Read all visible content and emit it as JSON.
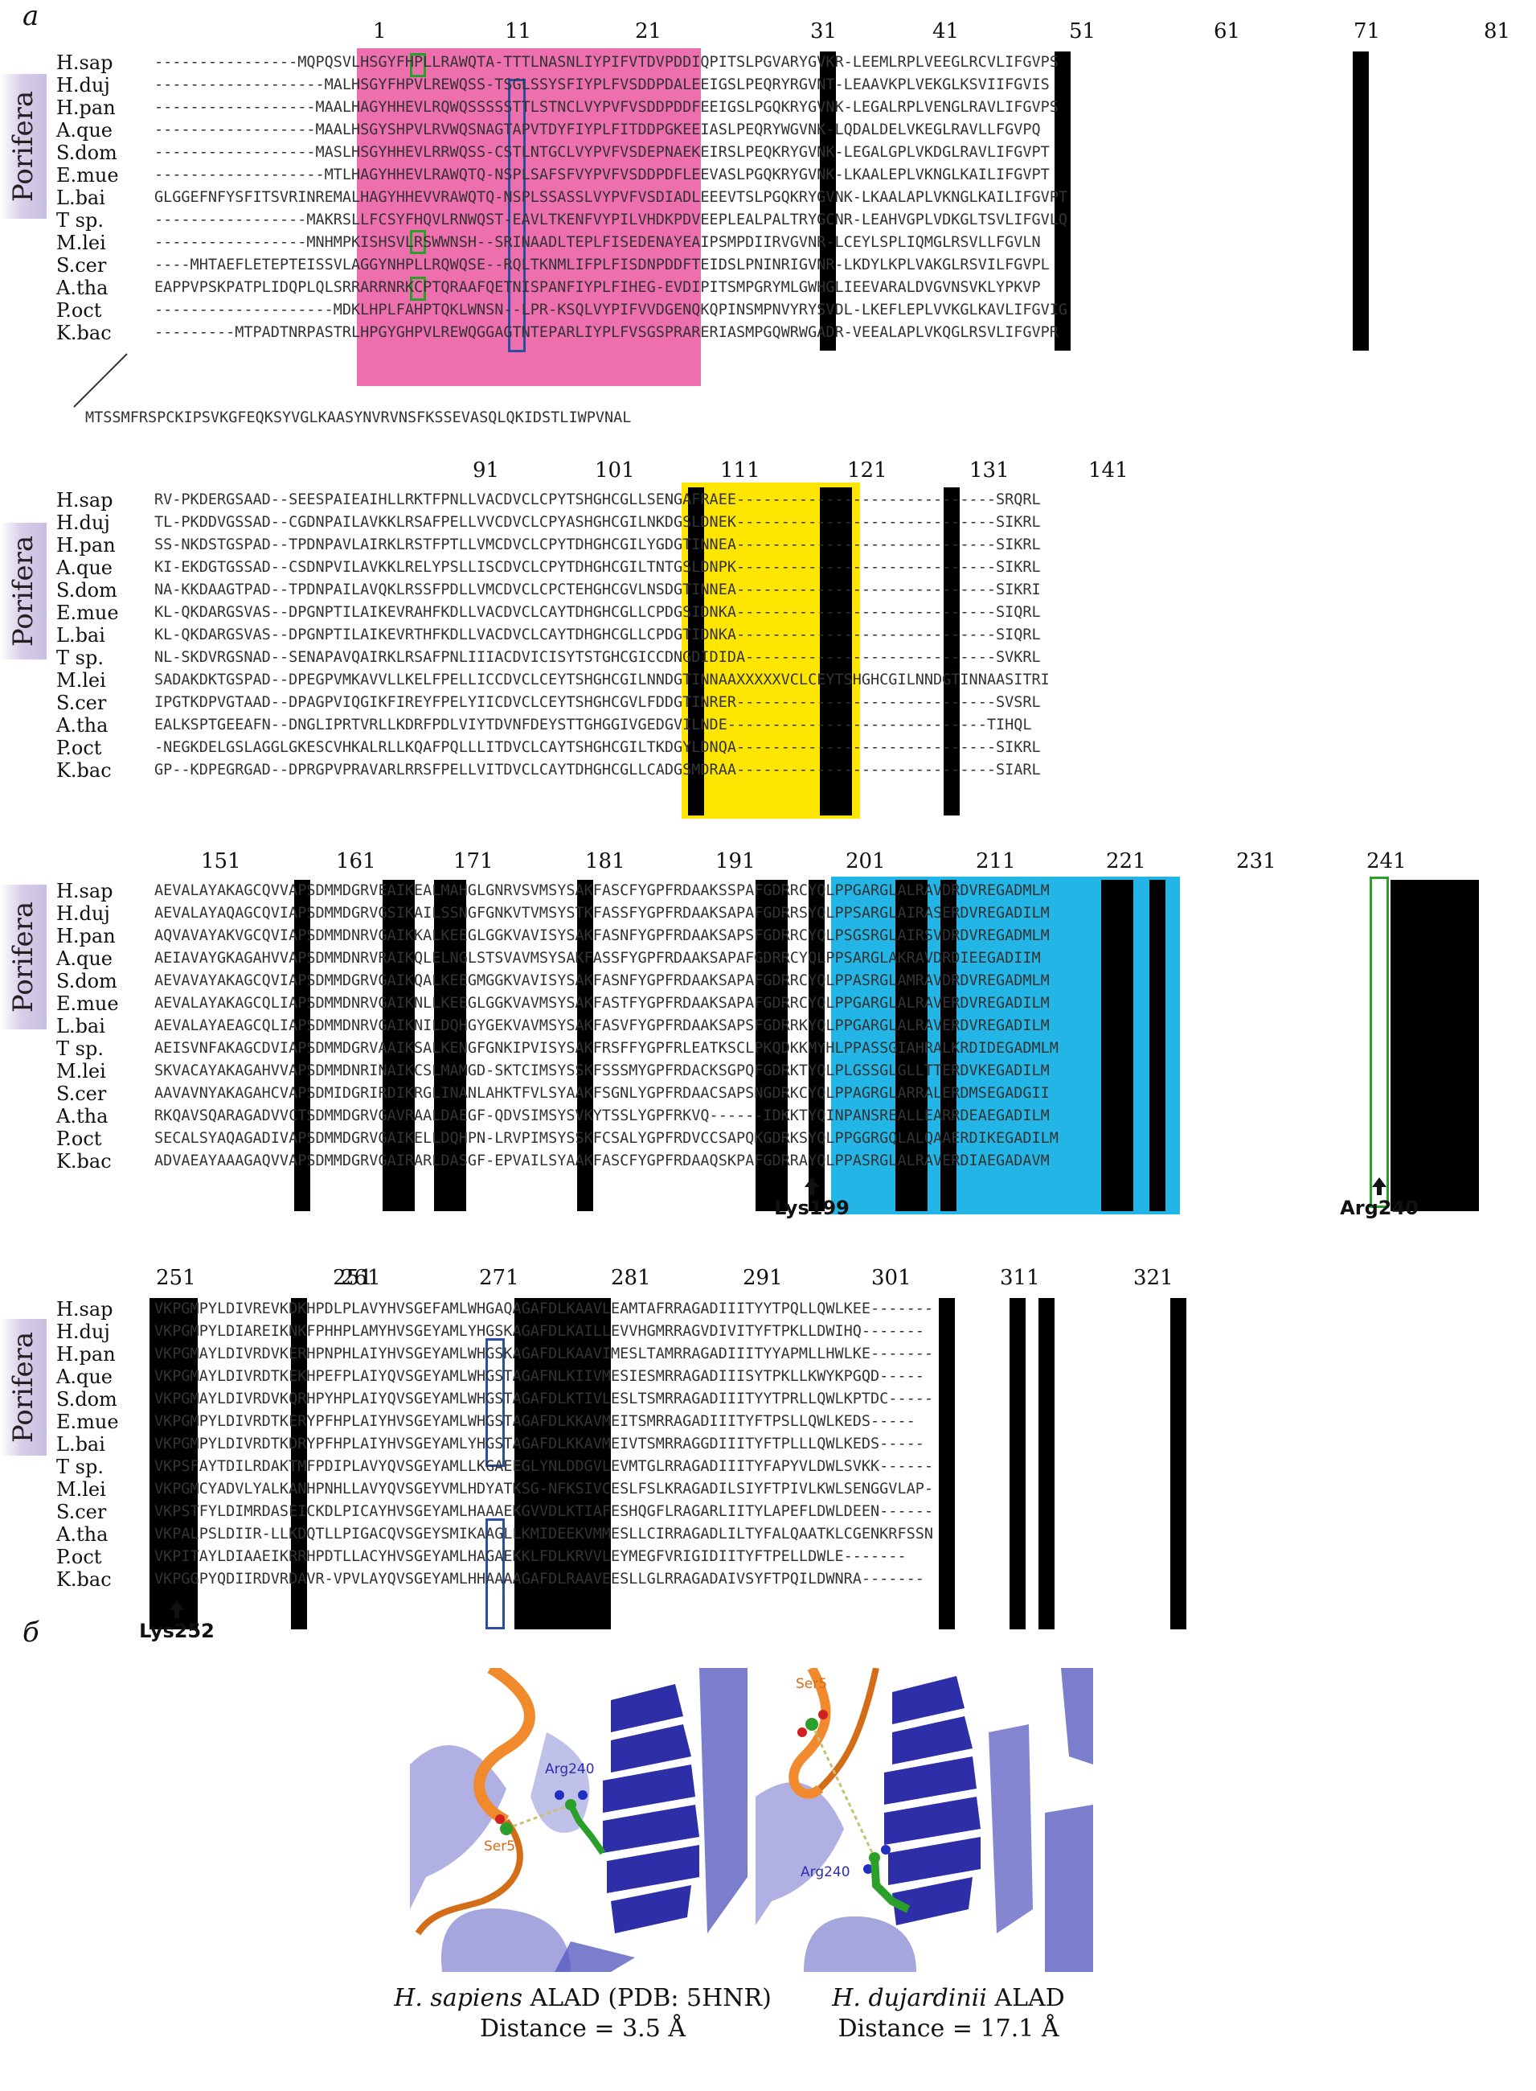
{
  "panel_a": "a",
  "panel_b": "б",
  "porifera_label": "Porifera",
  "species": [
    "H.sap",
    "H.duj",
    "H.pan",
    "A.que",
    "S.dom",
    "E.mue",
    "L.bai",
    "T sp.",
    "M.lei",
    "S.cer",
    "A.tha",
    "P.oct",
    "K.bac"
  ],
  "block1": {
    "numbers": [
      "1",
      "11",
      "21",
      "31",
      "41",
      "51",
      "61",
      "71",
      "81"
    ],
    "rows": [
      "----------------MQPQSVLHSGYFHPLLRAWQTA-TTTLNASNLIYPIFVTDVPDDIQPITSLPGVARYGVKR-LEEMLRPLVEEGLRCVLIFGVPS",
      "-------------------MALHSGYFHPVLREWQSS-TSGLSSYSFIYPLFVSDDPDALEEIGSLPEQRYRGVNT-LEAAVKPLVEKGLKSVIIFGVIS",
      "------------------MAALHAGYHHEVLRQWQSSSSSTTLSTNCLVYPVFVSDDPDDFEEIGSLPGQKRYGVNK-LEGALRPLVENGLRAVLIFGVPS",
      "------------------MAALHSGYSHPVLRVWQSNAGTAPVTDYFIYPLFITDDPGKEEIASLPEQRYWGVNK-LQDALDELVKEGLRAVLLFGVPQ",
      "------------------MASLHSGYHHEVLRRWQSS-CSTLNTGCLVYPVFVSDEPNAEKEIRSLPEQKRYGVNK-LEGALGPLVKDGLRAVLIFGVPT",
      "-------------------MTLHAGYHHEVLRAWQTQ-NSPLSAFSFVYPVFVSDDPDFLEEVASLPGQKRYGVNK-LKAALEPLVKNGLKAILIFGVPT",
      "GLGGEFNFYSFITSVRINREMALHAGYHHEVVRAWQTQ-NSPLSSASSLVYPVFVSDIADLEEEVTSLPGQKRYGVNK-LKAALAPLVKNGLKAILIFGVPT",
      "-----------------MAKRSLLFCSYFHQVLRNWQST-EAVLTKENFVYPILVHDKPDVEEPLEALPALTRYGCNR-LEAHVGPLVDKGLTSVLIFGVLQ",
      "-----------------MNHMPKISHSVLRSWWNSH--SRINAADLTEPLFISEDENAYEAIPSMPDIIRVGVNR-LCEYLSPLIQMGLRSVLLFGVLN",
      "----MHTAEFLETEPTEISSVLAGGYNHPLLRQWQSE--RQLTKNMLIFPLFISDNPDDFTEIDSLPNINRIGVNR-LKDYLKPLVAKGLRSVILFGVPL",
      "EAPPVPSKPATPLIDQPLQLSRRARRNRKCPTQRAAFQETNISPANFIYPLFIHEG-EVDIPITSMPGRYMLGWHGLIEEVARALDVGVNSVKLYPKVP",
      "--------------------MDKLHPLFAHPTQKLWNSN--LPR-KSQLVYPIFVVDGENQKQPINSMPNVYRYSVDL-LKEFLEPLVVKGLKAVLIFGVIG",
      "---------MTPADTNRPASTRLHPGYGHPVLREWQGGAGTNTEPARLIYPLFVSGSPRARERIASMPGQWRWGADR-VEEALAPLVKQGLRSVLIFGVPR"
    ],
    "extra": "MTSSMFRSPCKIPSVKGFEQKSYVGLKAASYNVRVNSFKSSEVASQLQKIDSTLIWPVNAL"
  },
  "block2": {
    "numbers": [
      "91",
      "101",
      "111",
      "121",
      "131",
      "141"
    ],
    "rows": [
      "RV-PKDERGSAAD--SEESPAIEAIHLLRKTFPNLLVACDVCLCPYTSHGHCGLLSENGAFRAEE-----------------------------SRQRL",
      "TL-PKDDVGSSAD--CGDNPAILAVKKLRSAFPELLVVCDVCLCPYASHGHCGILNKDGSLDNEK-----------------------------SIKRL",
      "SS-NKDSTGSPAD--TPDNPAVLAIRKLRSTFPTLLVMCDVCLCPYTDHGHCGILYGDGTINNEA-----------------------------SIKRL",
      "KI-EKDGTGSSAD--CSDNPVILAVKKLRELYPSLLISCDVCLCPYTDHGHCGILTNTGSLDNPK-----------------------------SIKRL",
      "NA-KKDAAGTPAD--TPDNPAILAVQKLRSSFPDLLVMCDVCLCPCTEHGHCGVLNSDGTINNEA-----------------------------SIKRI",
      "KL-QKDARGSVAS--DPGNPTILAIKEVRAHFKDLLVACDVCLCAYTDHGHCGLLCPDGSIDNKA-----------------------------SIQRL",
      "KL-QKDARGSVAS--DPGNPTILAIKEVRTHFKDLLVACDVCLCAYTDHGHCGLLCPDGTIDNKA-----------------------------SIQRL",
      "NL-SKDVRGSNAD--SENAPAVQAIRKLRSAFPNLIIIACDVICISYTSTGHCGICCDNGDIDIDA----------------------------SVKRL",
      "SADAKDKTGSPAD--DPEGPVMKAVVLLKELFPELLICCDVCLCEYTSHGHCGILNNDGTINNAAXXXXXVCLCEYTSHGHCGILNNDGTINNAASITRI",
      "IPGTKDPVGTAAD--DPAGPVIQGIKFIREYFPELYIICDVCLCEYTSHGHCGVLFDDGTINRER-----------------------------SVSRL",
      "EALKSPTGEEAFN--DNGLIPRTVRLLKDRFPDLVIYTDVNFDEYSTTGHGGIVGEDGVILNDE-----------------------------TIHQL",
      "-NEGKDELGSLAGGLGKESCVHKALRLLKQAFPQLLLITDVCLCAYTSHGHCGILTKDGYLDNQA-----------------------------SIKRL",
      "GP--KDPEGRGAD--DPRGPVPRAVARLRRSFPELLVITDVCLCAYTDHGHCGLLCADGSMDRAA-----------------------------SIARL"
    ]
  },
  "block3": {
    "numbers": [
      "151",
      "161",
      "171",
      "181",
      "191",
      "201",
      "211",
      "221",
      "231",
      "241"
    ],
    "rows": [
      "AEVALAYAKAGCQVVAPSDMMDGRVEAIKEALMAHGLGNRVSVMSYSAKFASCFYGPFRDAAKSSPAFGDRRCYQLPPGARGLALRAVDRDVREGADMLM",
      "AEVALAYAQAGCQVIAPSDMMDGRVGSIKAILSSNGFGNKVTVMSYSTKFASSFYGPFRDAAKSAPAFGDRRSYQLPPSARGLAIRASERDVREGADILM",
      "AQVAVAYAKVGCQVIAPSDMMDNRVGAIKKALKEEGLGGKVAVISYSAKFASNFYGPFRDAAKSAPSFGDRRCYQLPSGSRGLAIRSVDRDVREGADMLM",
      "AEIAVAYGKAGAHVVAPSDMMDNRVRAIKQLELNGLSTSVAVMSYSAKFASSFYGPFRDAAKSAPAFGDRRCYQLPPSARGLAKRAVDRDIEEGADIIM",
      "AEVAVAYAKAGCQVIAPSDMMDGRVGAIKQALKEEGMGGKVAVISYSAKFASNFYGPFRDAAKSAPAFGDRRCYQLPPASRGLAMRAVDRDVREGADMLM",
      "AEVALAYAKAGCQLIAPSDMMDNRVGAIKNLLKEEGLGGKVAVMSYSAKFASTFYGPFRDAAKSAPAFGDRRCYQLPPGARGLALRAVERDVREGADILM",
      "AEVALAYAEAGCQLIAPSDMMDNRVGAIKNILDQHGYGEKVAVMSYSAKFASVFYGPFRDAAKSAPSFGDRRKYQLPPGARGLALRAVERDVREGADILM",
      "AEISVNFAKAGCDVIAPSDMMDGRVAAIKSALKENGFGNKIPVISYSAKFRSFFYGPFRLEATKSCLPKQDKKMYHLPPASSGIAHRALKRDIDEGADMLM",
      "SKVACAYAKAGAHVVAPSDMMDNRINAIKCSLMAMGD-SKTCIMSYSSKFSSSMYGPFRDACKSGPQFGDRKTYQLPLGSSGLGLLTTERDVKEGADILM",
      "AAVAVNYAKAGAHCVAPSDMIDGRIRDIKRGLINANLAHKTFVLSYAAKFSGNLYGPFRDAACSAPSNGDRKCYQLPPAGRGLARRALERDMSEGADGII",
      "RKQAVSQARAGADVVCTSDMMDGRVGAVRAALDAEGF-QDVSIMSYSVKYTSSLYGPFRKVQ------IDKKTYQINPANSREALLEARRDEAEGADILM",
      "SECALSYAQAGADIVAPSDMMDGRVGAIKELLDQHPN-LRVPIMSYSSKFCSALYGPFRDVCCSAPQKGDRKSYQLPPGGRGQLALQAAERDIKEGADILM",
      "ADVAEAYAAAGAQVVAPSDMMDGRVGAIRARLDASGF-EPVAILSYAAKFASCFYGPFRDAAQSKPAFGDRRAYQLPPASRGLALRAVERDIAEGADAVM"
    ],
    "markers": [
      "Lys199",
      "Arg240"
    ]
  },
  "block4": {
    "numbers": [
      "251",
      "261",
      "271",
      "281",
      "291",
      "301",
      "311",
      "321"
    ],
    "rows": [
      "VKPGMPYLDIVREVKDKHPDLPLAVYHVSGEFAMLWHGAQAGAFDLKAAVLEAMTAFRRAGADIIITYYTPQLLQWLKEE-------",
      "VKPGMPYLDIAREIKNKFPHHPLAMYHVSGEYAMLYHGSKAGAFDLKAILLEVVHGMRRAGVDIVITYFTPKLLDWIHQ-------",
      "VKPGMAYLDIVRDVKERHPNPHLAIYHVSGEYAMLWHGSKAGAFDLKAAVIMESLTAMRRAGADIIITYYAPMLLHWLKE-------",
      "VKPGMAYLDIVRDTKEKHPEFPLAIYQVSGEYAMLWHGSTAGAFNLKIIVMESIESMRRAGADIIISYTPKLLKWYKPGQD-----",
      "VKPGMAYLDIVRDVKQRHPYHPLAIYQVSGEYAMLWHGSTAGAFDLKTIVLESLTSMRRAGADIIITYYTPRLLQWLKPTDC-----",
      "VKPGMPYLDIVRDTKERYPFHPLAIYHVSGEYAMLWHGSTAGAFDLKKAVMEITSMRRAGADIIITYFTPSLLQWLKEDS-----",
      "VKPGMPYLDIVRDTKDRYPFHPLAIYHVSGEYAMLYHGSTAGAFDLKKAVMEIVTSMRRAGGDIIITYFTPLLLQWLKEDS-----",
      "VKPSFAYTDILRDAKTMFPDIPLAVYQVSGEYAMLLKGAEEGLYNLDDGVLEVMTGLRRAGADIIITYFAPYVLDWLSVKK------",
      "VKPGMCYADVLYALKANHPNHLLAVYQVSGEYVMLHDYATKSG-NFKSIVCESLFSLKRAGADILSIYFTPIVLKWLSENGGVLAP-",
      "VKPSTFYLDIMRDASEICKDLPICAYHVSGEYAMLHAAAEKGVVDLKTIAFESHQGFLRAGARLIITYLAPEFLDWLDEEN------",
      "VKPALPSLDIIR-LLKDQTLLPIGACQVSGEYSMIKAAGLLKMIDEEKVMMESLLCIRRAGADLILTYFALQAATKLCGENKRFSSN",
      "VKPITAYLDIAAEIKRRHPDTLLACYHVSGEYAMLHAGAEKKLFDLKRVVLEYMEGFVRIGIDIITYFTPELLDWLE-------",
      "VKPGGPYQDIIRDVRDAVR-VPVLAYQVSGEYAMLHHAAAAGAFDLRAAVEESLLGLRRAGADAIVSYFTPQILDWNRA-------"
    ],
    "markers": [
      "Lys252"
    ]
  },
  "panel_b_data": {
    "left": {
      "labels": [
        "Arg240",
        "Ser5"
      ],
      "caption_species": "H. sapiens",
      "caption_rest": " ALAD (PDB: 5HNR)",
      "distance": "Distance = 3.5 Å"
    },
    "right": {
      "labels": [
        "Ser5",
        "Arg240"
      ],
      "caption_species": "H. dujardinii",
      "caption_rest": " ALAD",
      "distance": "Distance = 17.1 Å"
    }
  },
  "colors": {
    "n_term_region": "#ee6fae",
    "cys_region": "#ffe600",
    "c_region": "#22b5e6",
    "conserved": "#000000",
    "green_box": "#2aa02a",
    "blue_box": "#2a4fa0",
    "helix_orange": "#f08a2c",
    "helix_blue": "#2e2fa8",
    "porifera_band": "#c7bde0"
  }
}
